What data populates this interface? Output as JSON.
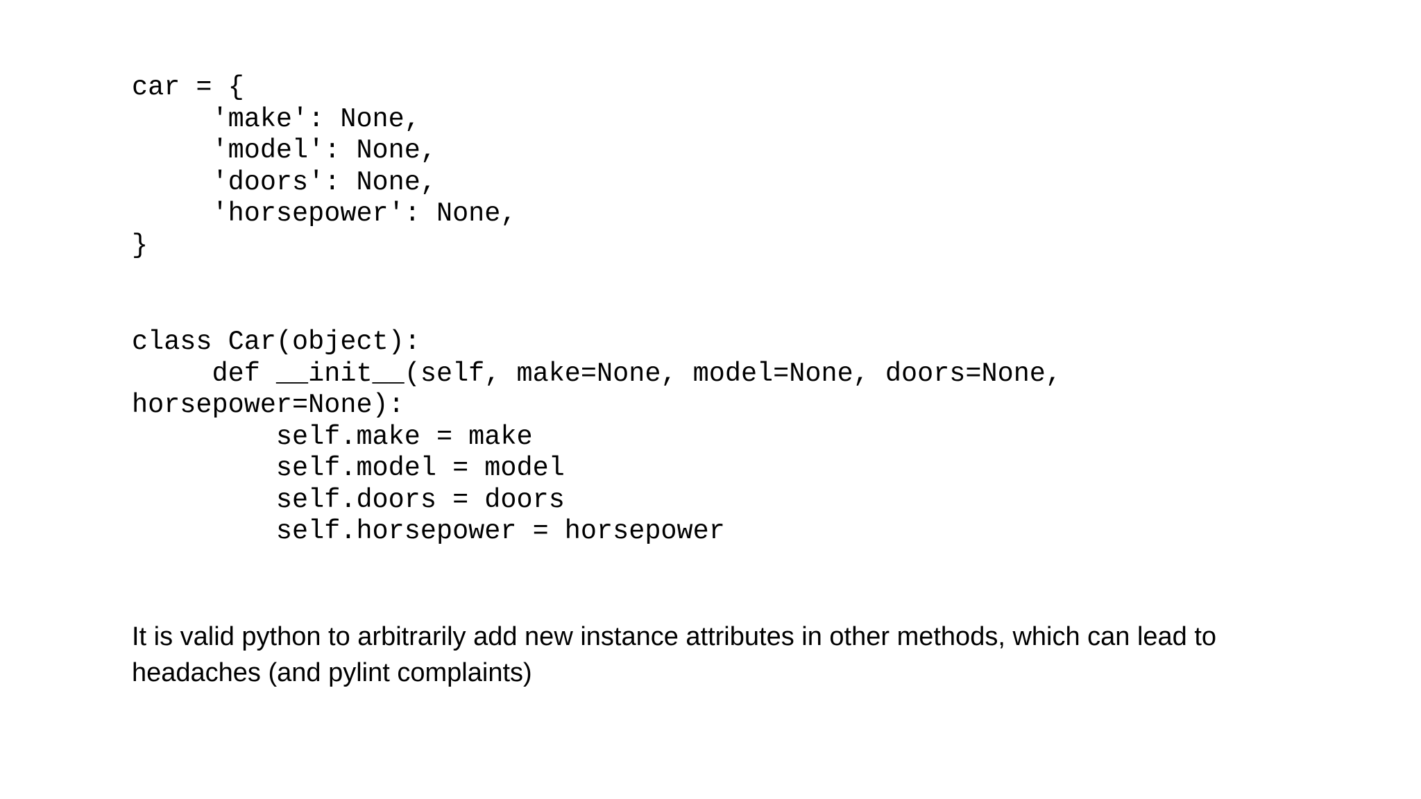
{
  "page": {
    "background": "#ffffff",
    "text_color": "#000000"
  },
  "code_blocks": [
    {
      "id": "car-dict",
      "language": "python",
      "lines": [
        "car = {",
        "     'make': None,",
        "     'model': None,",
        "     'doors': None,",
        "     'horsepower': None,",
        "}"
      ]
    },
    {
      "id": "car-class",
      "language": "python",
      "lines": [
        "class Car(object):",
        "     def __init__(self, make=None, model=None, doors=None,",
        "horsepower=None):",
        "         self.make = make",
        "         self.model = model",
        "         self.doors = doors",
        "         self.horsepower = horsepower"
      ]
    }
  ],
  "note": {
    "lines": [
      "It is valid python to arbitrarily add new instance attributes in other methods, which can lead to",
      "headaches (and pylint complaints)"
    ]
  }
}
